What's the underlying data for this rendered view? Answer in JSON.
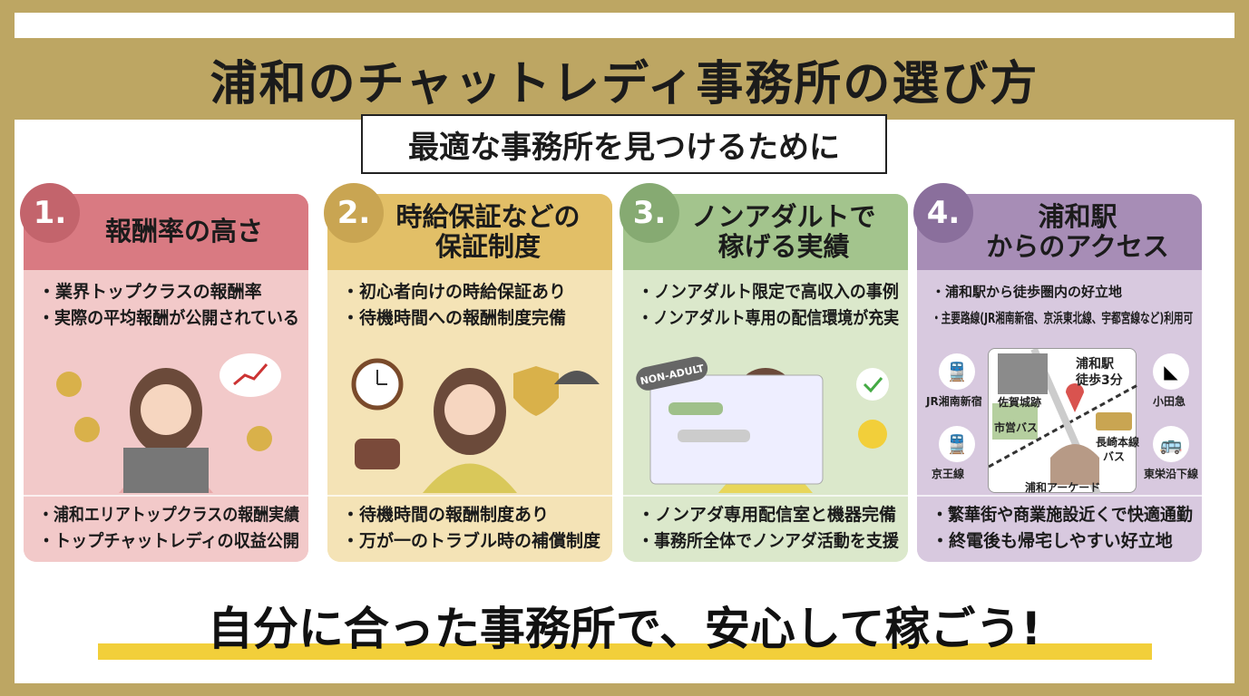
{
  "title": "浦和のチャットレディ事務所の選び方",
  "subtitle": "最適な事務所を見つけるために",
  "colors": {
    "frame": "#bda663",
    "highlight": "#f2cf3a"
  },
  "cards": [
    {
      "number": "1.",
      "heading": "報酬率の高さ",
      "color_head": "#d97a82",
      "color_body": "#f2c9c9",
      "color_num": "#c3646c",
      "points": [
        "・業界トップクラスの報酬率",
        "・実際の平均報酬が公開されている"
      ],
      "footer": [
        "・浦和エリアトップクラスの報酬実績",
        "・トップチャットレディの収益公開"
      ]
    },
    {
      "number": "2.",
      "heading": "時給保証などの\n保証制度",
      "color_head": "#e2bf67",
      "color_body": "#f4e3b6",
      "color_num": "#c9a552",
      "points": [
        "・初心者向けの時給保証あり",
        "・待機時間への報酬制度完備"
      ],
      "footer": [
        "・待機時間の報酬制度あり",
        "・万が一のトラブル時の補償制度"
      ]
    },
    {
      "number": "3.",
      "heading": "ノンアダルトで\n稼げる実績",
      "color_head": "#a3c48d",
      "color_body": "#dbe8cb",
      "color_num": "#86aa72",
      "points": [
        "・ノンアダルト限定で高収入の事例",
        "・ノンアダルト専用の配信環境が充実"
      ],
      "badge": "NON-ADULT",
      "footer": [
        "・ノンアダ専用配信室と機器完備",
        "・事務所全体でノンアダ活動を支援"
      ]
    },
    {
      "number": "4.",
      "heading": "浦和駅\nからのアクセス",
      "color_head": "#a78db6",
      "color_body": "#d8c9df",
      "color_num": "#8a6f9c",
      "points": [
        "・浦和駅から徒歩圏内の好立地",
        "・主要路線(JR湘南新宿、京浜東北線、宇都宮線など)利用可"
      ],
      "map": {
        "station": "浦和駅",
        "walk": "徒歩3分",
        "castle": "佐賀城跡",
        "city_bus": "市営バス",
        "line_bus": "長崎本線",
        "line_bus2": "バス",
        "arcade": "浦和アーケード",
        "lines": [
          {
            "label": "JR湘南新宿",
            "icon": "train-icon"
          },
          {
            "label": "京王線",
            "icon": "train-icon"
          },
          {
            "label": "小田急",
            "icon": "odakyu-logo-icon"
          },
          {
            "label": "東栄沿下線",
            "icon": "bus-icon"
          }
        ]
      },
      "footer": [
        "・繁華街や商業施設近くで快適通勤",
        "・終電後も帰宅しやすい好立地"
      ]
    }
  ],
  "closing": "自分に合った事務所で、安心して稼ごう!"
}
